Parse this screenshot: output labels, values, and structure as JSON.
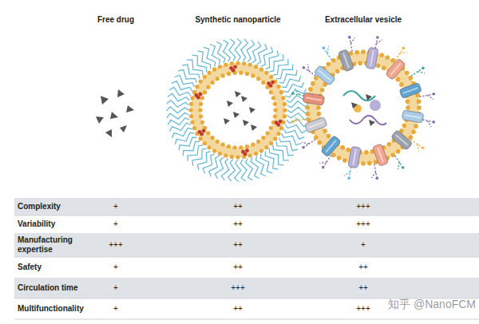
{
  "diagram": {
    "labels": [
      "Free drug",
      "Synthetic nanoparticle",
      "Extracellular vesicle",
      "Complexity",
      "+",
      "++",
      "+++",
      "Variability",
      "+",
      "++",
      "+++",
      "Manufacturing expertise",
      "+++",
      "++",
      "+",
      "Safety",
      "+",
      "++",
      "++",
      "Circulation time",
      "+",
      "+++",
      "++",
      "Multifunctionality",
      "+",
      "++",
      "+++",
      "知乎 @NanoFCM"
    ]
  }
}
